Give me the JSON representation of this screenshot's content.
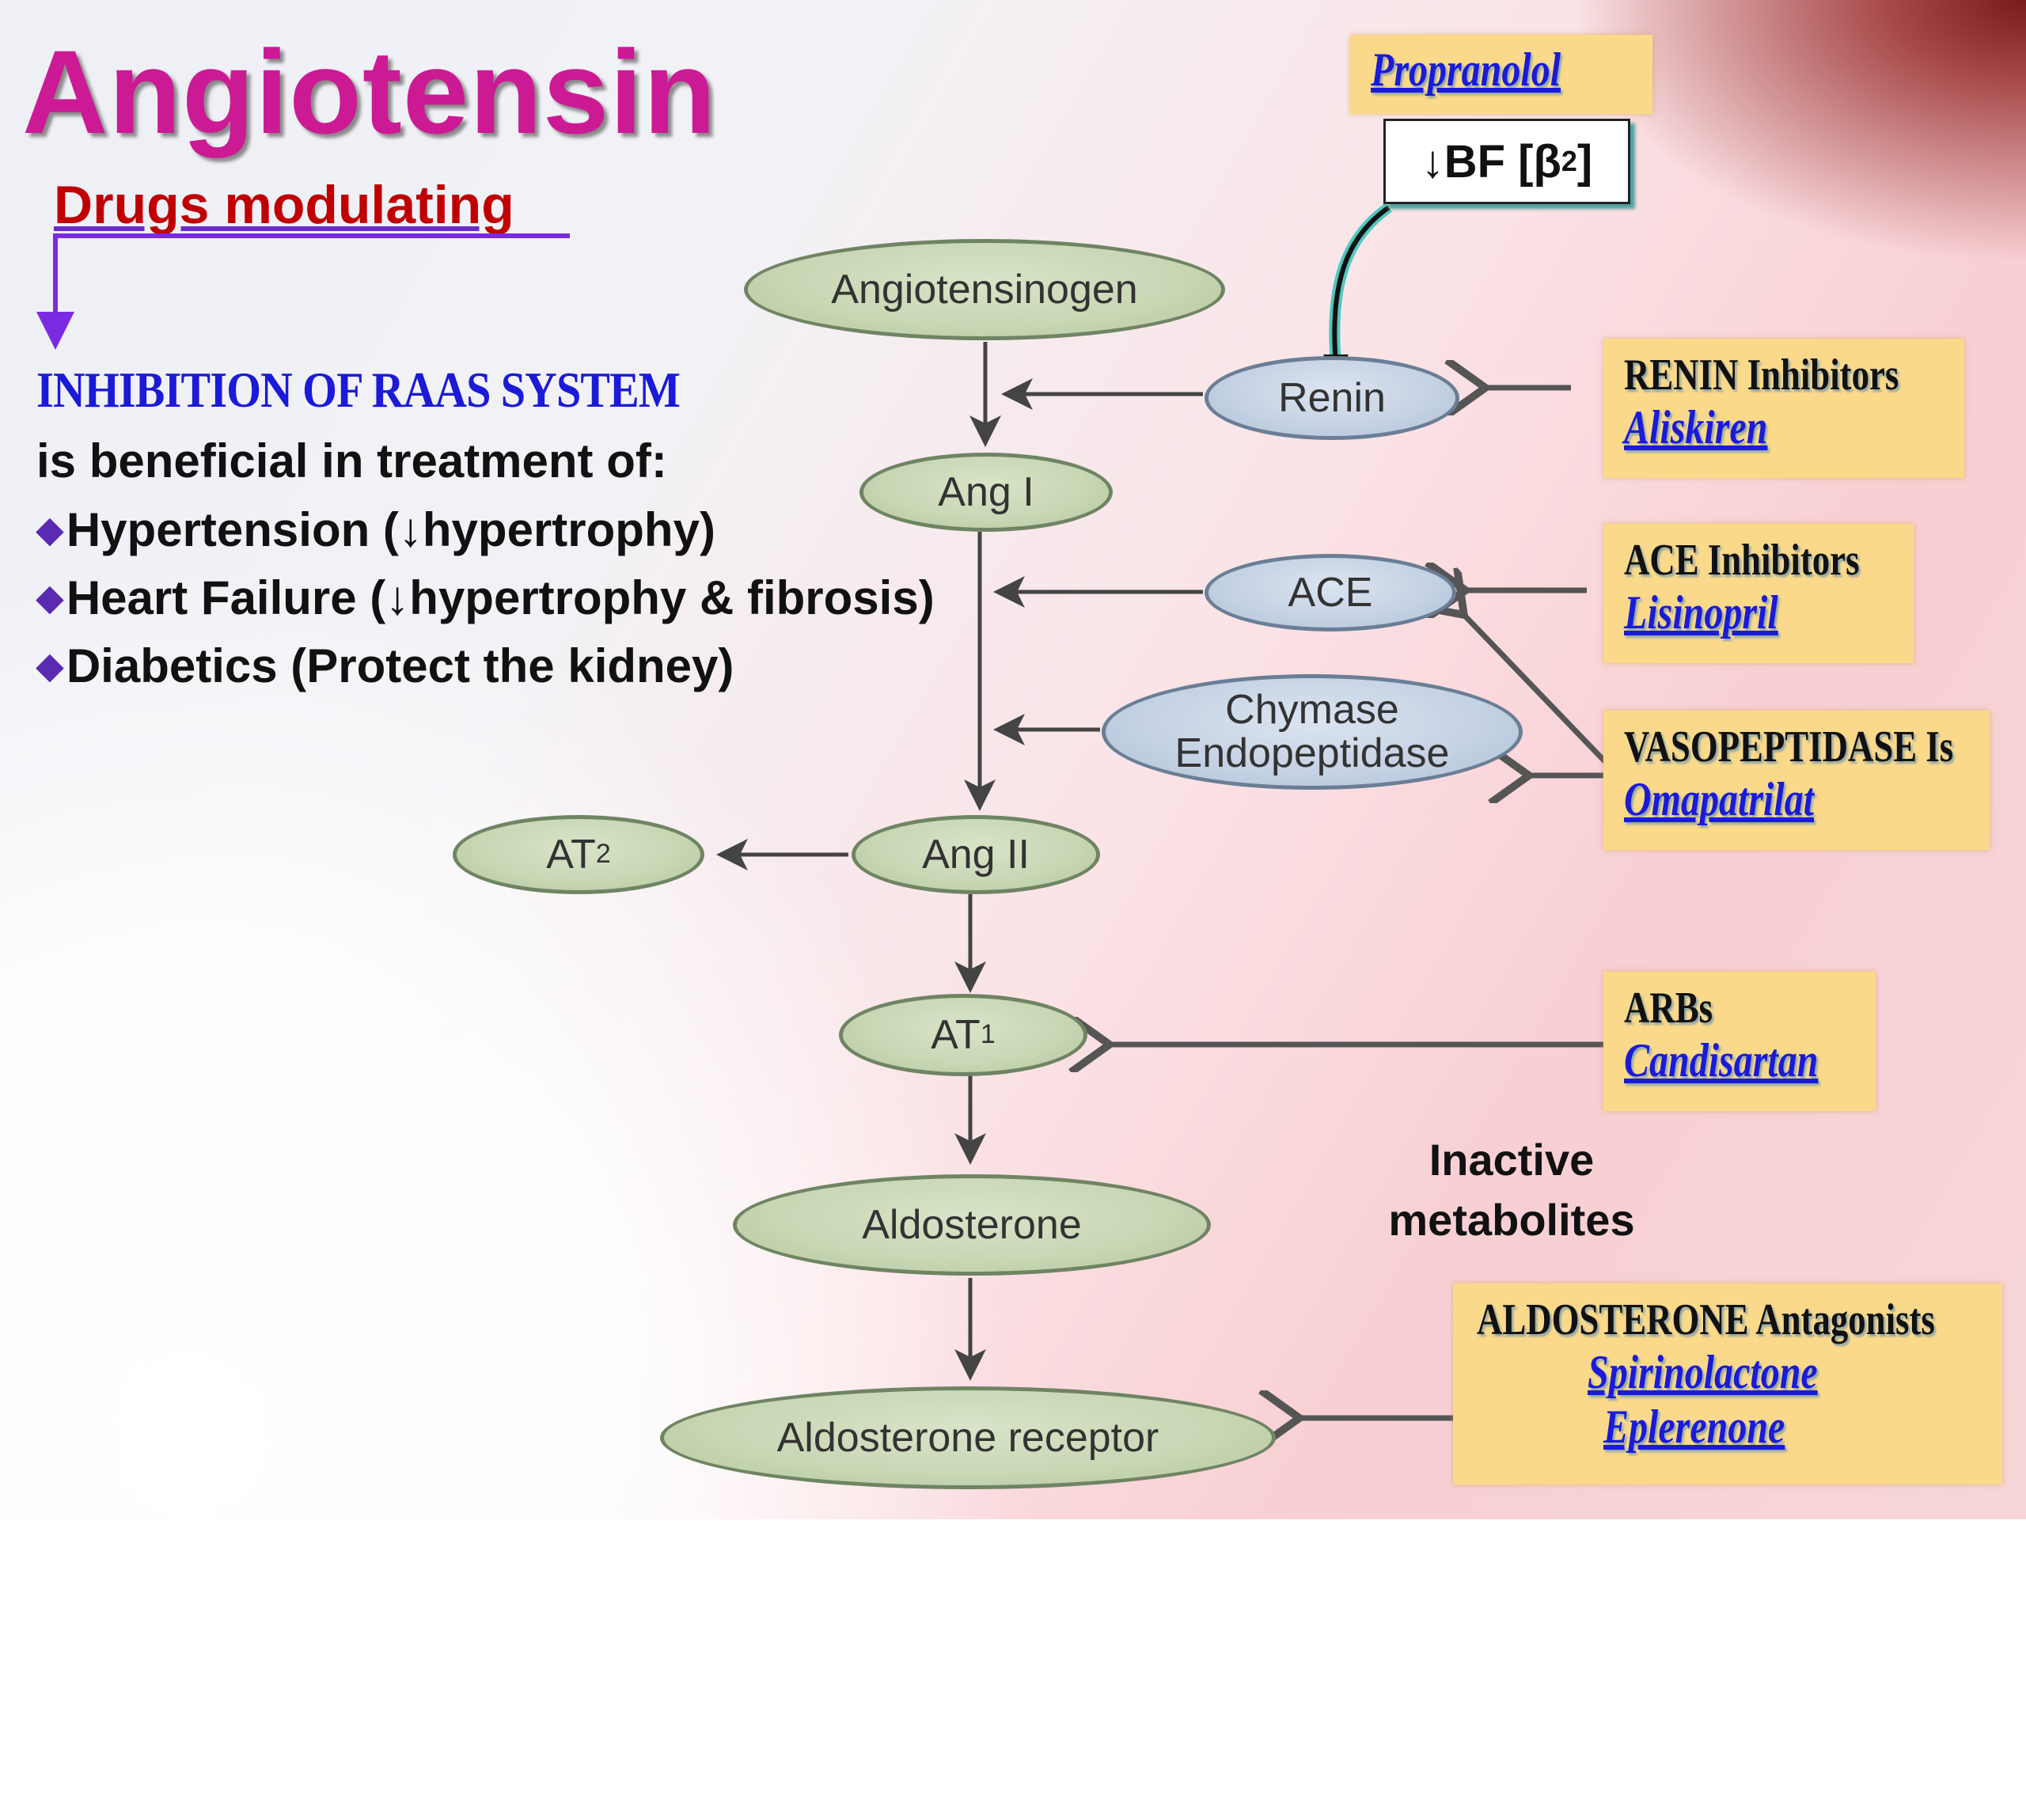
{
  "title": "Angiotensin",
  "subtitle": "Drugs modulating",
  "raas_heading": "INHIBITION OF RAAS SYSTEM",
  "benefit_intro": "is beneficial in treatment of:",
  "benefits": [
    "Hypertension (↓hypertrophy)",
    "Heart Failure (↓hypertrophy & fibrosis)",
    "Diabetics (Protect the kidney)"
  ],
  "top_drug": {
    "name": "Propranolol"
  },
  "bf_box": {
    "text": "↓BF [β",
    "sub": "2",
    "close": " ]"
  },
  "pathway": {
    "angiotensinogen": "Angiotensinogen",
    "renin": "Renin",
    "ang1": "Ang I",
    "ace": "ACE",
    "chymase_line1": "Chymase",
    "chymase_line2": "Endopeptidase",
    "ang2": "Ang II",
    "at2_main": "AT",
    "at2_sub": "2",
    "at1_main": "AT",
    "at1_sub": "1",
    "aldosterone": "Aldosterone",
    "aldosterone_receptor": "Aldosterone receptor"
  },
  "drug_boxes": {
    "renin": {
      "class": "RENIN Inhibitors",
      "name": "Aliskiren"
    },
    "ace": {
      "class": "ACE Inhibitors",
      "name": "Lisinopril"
    },
    "vaso": {
      "class": "VASOPEPTIDASE Is",
      "name": "Omapatrilat"
    },
    "arb": {
      "class": "ARBs",
      "name": "Candisartan"
    },
    "aldo": {
      "class": "ALDOSTERONE Antagonists",
      "name1": "Spirinolactone",
      "name2": "Eplerenone"
    }
  },
  "inactive_line1": "Inactive",
  "inactive_line2": "metabolites",
  "colors": {
    "title": "#cc1a95",
    "subtitle": "#c00000",
    "raas": "#1a1ad8",
    "drug_box": "#fbd98a"
  }
}
